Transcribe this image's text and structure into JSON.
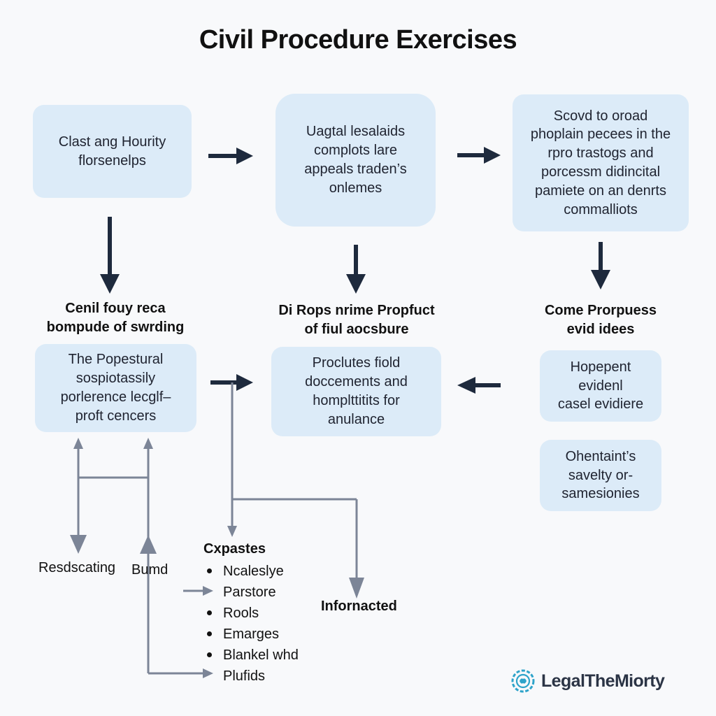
{
  "title": "Civil Procedure Exercises",
  "boxes": {
    "b1": "Clast ang Hourity\nflorsenelps",
    "b2": "Uagtal lesalaids\ncomplots lare\nappeals traden’s\nonlemes",
    "b3": "Scovd to oroad\nphoplain pecees in the\nrpro trastogs and\nporcessm didincital\npamiete on an denrts\ncommalliots",
    "b4": "The Popestural\nsospiotassily\nporlerence lecglf–\nproft cencers",
    "b5": "Proclutes fiold\ndoccements and\nhomplttitits for\nanulance",
    "b6": "Hopepent\nevidenl\ncasel evidiere",
    "b7": "Ohentaint’s\nsavelty or-\nsamesionies"
  },
  "headings": {
    "h1": "Cenil fouy reca\nbompude of swrding",
    "h2": "Di Rops nrime Propfuct\nof fiul aocsbure",
    "h3": "Come Prorpuess\nevid idees"
  },
  "labels": {
    "resdscating": "Resdscating",
    "bumd": "Bumd",
    "infornacted": "Infornacted"
  },
  "list": {
    "heading": "Cxpastes",
    "items": [
      "Ncaleslye",
      "Parstore",
      "Rools",
      "Emarges",
      "Blankel whd",
      "Plufids"
    ]
  },
  "brand": {
    "name": "LegalTheMiorty",
    "icon": "brain-gear-icon"
  },
  "colors": {
    "box": "#dcebf8",
    "arrow_dark": "#1e2a3d",
    "arrow_light": "#7c8597",
    "brand_icon": "#2ea3c9"
  }
}
